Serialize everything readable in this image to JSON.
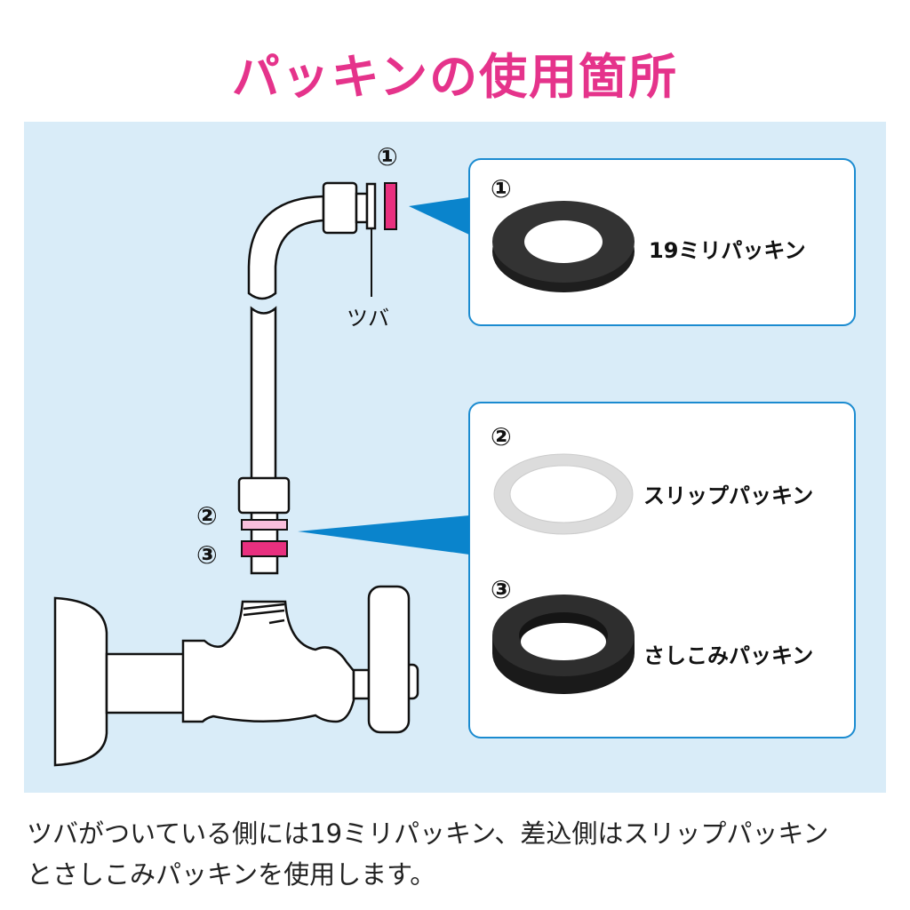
{
  "title": "パッキンの使用箇所",
  "diagram": {
    "markers": [
      "①",
      "②",
      "③"
    ],
    "flange_label": "ツバ"
  },
  "packings": [
    {
      "number": "①",
      "name": "19ミリパッキン"
    },
    {
      "number": "②",
      "name": "スリップパッキン"
    },
    {
      "number": "③",
      "name": "さしこみパッキン"
    }
  ],
  "caption": {
    "line1": "ツバがついている側には19ミリパッキン、差込側はスリップパッキン",
    "line2": "とさしこみパッキンを使用します。"
  },
  "colors": {
    "title": "#e5338b",
    "panel": "#d9ecf8",
    "accent": "#1b8bd0",
    "packing_pink": "#e8307f",
    "packing_light_pink": "#f9bfdc"
  }
}
